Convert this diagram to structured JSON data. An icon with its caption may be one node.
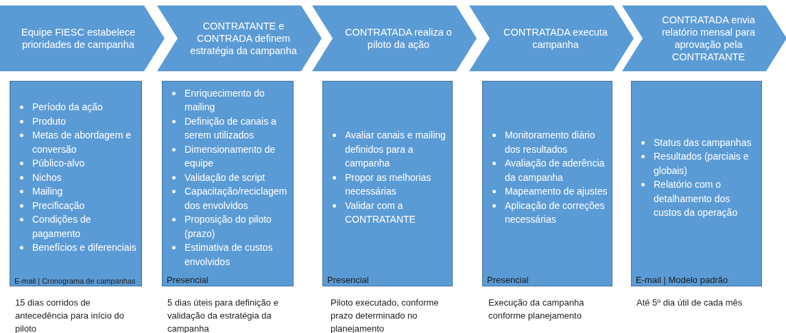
{
  "diagram": {
    "nodes": [
      {
        "text": [
          "Equipe FIESC estabelece prioridades de campanha"
        ]
      },
      {
        "text": [
          "CONTRATANTE e CONTRADA definem estratégia da campanha"
        ]
      },
      {
        "text": [
          "CONTRATADA realiza o piloto da ação"
        ]
      },
      {
        "text": [
          "CONTRATADA executa campanha"
        ]
      },
      {
        "text": [
          "CONTRATADA envia relatório mensal para aprovação pela CONTRATANTE"
        ]
      },
      {
        "text": [
          "Período da ação",
          "Produto",
          "Metas de abordagem e conversão",
          "Público-alvo",
          "Nichos",
          "Mailing",
          "Precificação",
          "Condições de pagamento",
          "Benefícios e diferenciais",
          "E-mail | Cronograma de campanhas"
        ],
        "beside": [
          "15 dias corridos de antecedência para início do piloto"
        ]
      },
      {
        "text": [
          "Enriquecimento do mailing",
          "Definição de canais a serem utilizados",
          "Dimensionamento de equipe",
          "Validação de script",
          "Capacitação/reciclagem dos envolvidos",
          "Proposição do piloto (prazo)",
          "Estimativa de custos envolvidos",
          "Presencial"
        ],
        "beside": [
          "5 dias úteis para definição e validação da estratégia da campanha"
        ]
      },
      {
        "text": [
          "Avaliar canais e mailing definidos para a campanha",
          "Propor as melhorias necessárias",
          "Validar com a CONTRATANTE",
          "Presencial"
        ],
        "beside": [
          "Piloto executado, conforme prazo determinado no planejamento"
        ]
      },
      {
        "text": [
          "Monitoramento diário dos resultados",
          "Avaliação de aderência da campanha",
          "Mapeamento de ajustes",
          "Aplicação de correções necessárias",
          "Presencial"
        ],
        "beside": [
          "Execução da campanha conforme planejamento"
        ]
      },
      {
        "text": [
          "Status das campanhas",
          "Resultados (parciais e globais)",
          "Relatório com o detalhamento dos custos da operação",
          "E-mail | Modelo padrão"
        ],
        "beside": [
          "Até 5º dia útil de cada mês"
        ]
      }
    ]
  }
}
